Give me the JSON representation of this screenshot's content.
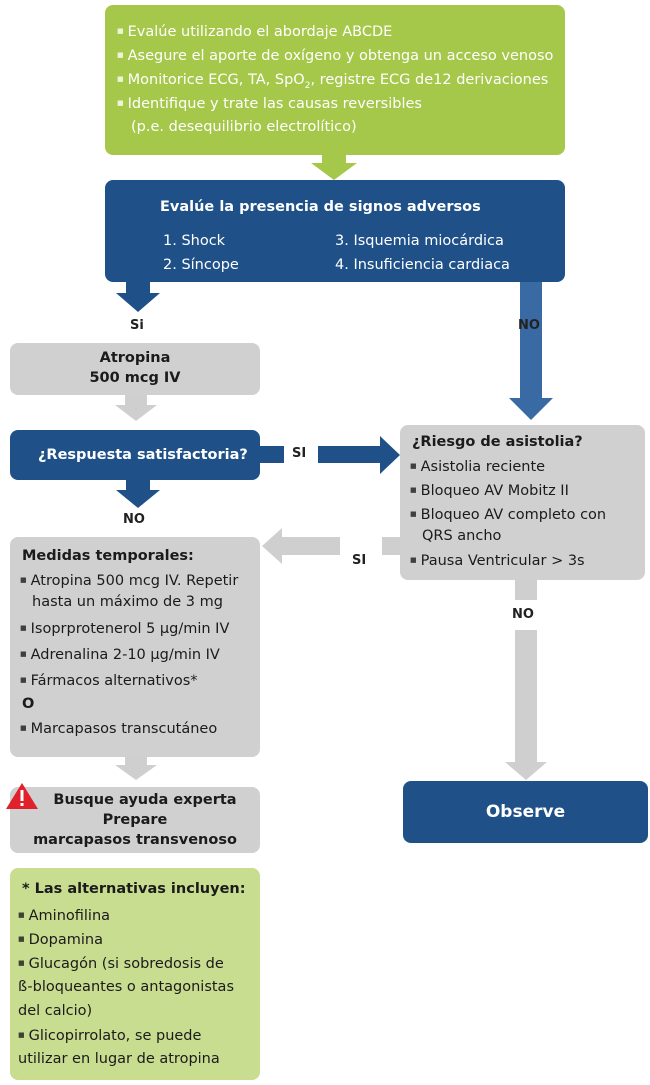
{
  "top_box": {
    "lines": [
      "Evalúe utilizando el abordaje ABCDE",
      "Asegure el aporte de oxígeno y obtenga un acceso venoso",
      "Monitorice ECG, TA, SpO",
      "Identifique y trate las causas reversibles",
      "(p.e. desequilibrio electrolítico)"
    ],
    "spo2_sub": "2",
    "ecg_tail": ", registre ECG de12 derivaciones"
  },
  "adverse": {
    "title": "Evalúe la presencia de signos adversos",
    "items": [
      "1. Shock",
      "2. Síncope",
      "3. Isquemia miocárdica",
      "4. Insuficiencia cardiaca"
    ]
  },
  "labels": {
    "si": "Si",
    "no": "NO",
    "si2": "SI",
    "si3": "SI",
    "no2": "NO",
    "no3": "NO"
  },
  "atropina": {
    "line1": "Atropina",
    "line2": "500 mcg IV"
  },
  "respuesta": {
    "text": "¿Respuesta satisfactoria?"
  },
  "riesgo": {
    "title": "¿Riesgo de asistolia?",
    "items": [
      "Asistolia reciente",
      "Bloqueo AV Mobitz II",
      "Bloqueo AV completo con",
      "QRS ancho",
      "Pausa Ventricular > 3s"
    ]
  },
  "medidas": {
    "title": "Medidas temporales:",
    "items": [
      "Atropina 500 mcg IV. Repetir",
      "hasta un máximo de 3 mg",
      "Isoprprotenerol 5 µg/min IV",
      "Adrenalina 2-10 µg/min IV",
      "Fármacos alternativos*"
    ],
    "or": "O",
    "last": "Marcapasos transcutáneo"
  },
  "ayuda": {
    "line1": "Busque ayuda experta",
    "line2": "Prepare",
    "line3": "marcapasos transvenoso"
  },
  "observe": {
    "text": "Observe"
  },
  "alternativas": {
    "title": "* Las alternativas incluyen:",
    "lines": [
      "Aminofilina",
      "Dopamina",
      "Glucagón (si sobredosis de",
      "ß-bloqueantes o antagonistas",
      "del calcio)",
      "Glicopirrolato, se puede",
      "utilizar en lugar de atropina"
    ]
  },
  "colors": {
    "green": "#a6c84a",
    "blue": "#1f5188",
    "gray": "#d0d0d0",
    "light_green": "#c9dd90",
    "warning": "#e0202a"
  }
}
